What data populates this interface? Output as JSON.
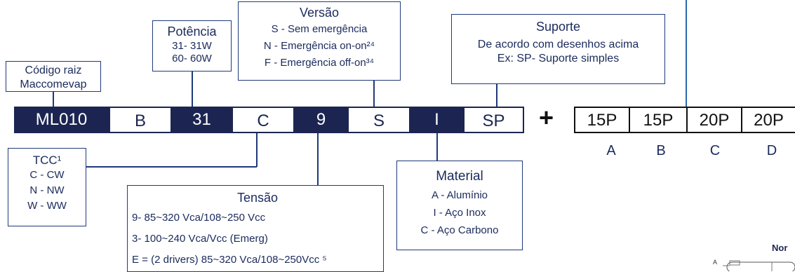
{
  "codigo": {
    "line1": "Código raiz",
    "line2": "Maccomevap"
  },
  "potencia": {
    "title": "Potência",
    "items": [
      "31- 31W",
      "60- 60W"
    ]
  },
  "versao": {
    "title": "Versão",
    "items": [
      "S - Sem emergência",
      "N - Emergência on-on²⁴",
      "F - Emergência off-on³⁴"
    ]
  },
  "suporte": {
    "title": "Suporte",
    "items": [
      "De acordo com desenhos acima",
      "Ex: SP- Suporte simples"
    ]
  },
  "code_segments": [
    "ML010",
    "B",
    "31",
    "C",
    "9",
    "S",
    "I",
    "SP"
  ],
  "plus": "+",
  "parts": {
    "values": [
      "15P",
      "15P",
      "20P",
      "20P"
    ],
    "labels": [
      "A",
      "B",
      "C",
      "D"
    ]
  },
  "tcc": {
    "title": "TCC¹",
    "items": [
      "C - CW",
      "N - NW",
      "W - WW"
    ]
  },
  "tensao": {
    "title": "Tensão",
    "items": [
      "9- 85~320 Vca/108~250 Vcc",
      "3- 100~240 Vca/Vcc (Emerg)",
      "E = (2 drivers) 85~320 Vca/108~250Vcc ⁵"
    ]
  },
  "material": {
    "title": "Material",
    "items": [
      "A - Alumínio",
      "I - Aço Inox",
      "C - Aço Carbono"
    ]
  },
  "corner": {
    "label": "Nor",
    "small": "A"
  },
  "colors": {
    "navy": "#1c2552",
    "line": "#1f3a7a",
    "accent": "#2a6ab0"
  }
}
